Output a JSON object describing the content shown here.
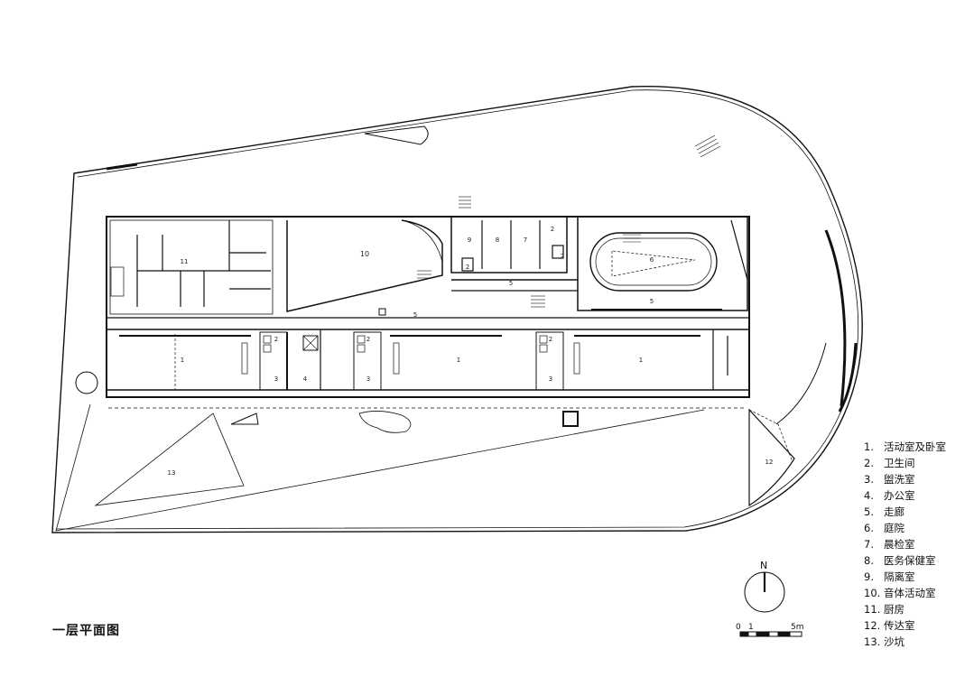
{
  "title": "一层平面图",
  "legend": [
    {
      "num": "1.",
      "text": "活动室及卧室"
    },
    {
      "num": "2.",
      "text": "卫生间"
    },
    {
      "num": "3.",
      "text": "盥洗室"
    },
    {
      "num": "4.",
      "text": "办公室"
    },
    {
      "num": "5.",
      "text": "走廊"
    },
    {
      "num": "6.",
      "text": "庭院"
    },
    {
      "num": "7.",
      "text": "晨检室"
    },
    {
      "num": "8.",
      "text": "医务保健室"
    },
    {
      "num": "9.",
      "text": "隔离室"
    },
    {
      "num": "10.",
      "text": "音体活动室"
    },
    {
      "num": "11.",
      "text": "厨房"
    },
    {
      "num": "12.",
      "text": "传达室"
    },
    {
      "num": "13.",
      "text": "沙坑"
    }
  ],
  "room_labels": {
    "r1a": "1",
    "r1b": "1",
    "r1c": "1",
    "r2a": "2",
    "r2b": "2",
    "r2c": "2",
    "r2d": "2",
    "r2e": "2",
    "r2f": "2",
    "r3a": "3",
    "r3b": "3",
    "r3c": "3",
    "r4": "4",
    "r5a": "5",
    "r5b": "5",
    "r5c": "5",
    "r6": "6",
    "r7": "7",
    "r8": "8",
    "r9": "9",
    "r10": "10",
    "r11": "11",
    "r12": "12",
    "r13": "13"
  },
  "compass": {
    "north": "N"
  },
  "scale": {
    "zero": "0",
    "one": "1",
    "five": "5m"
  }
}
